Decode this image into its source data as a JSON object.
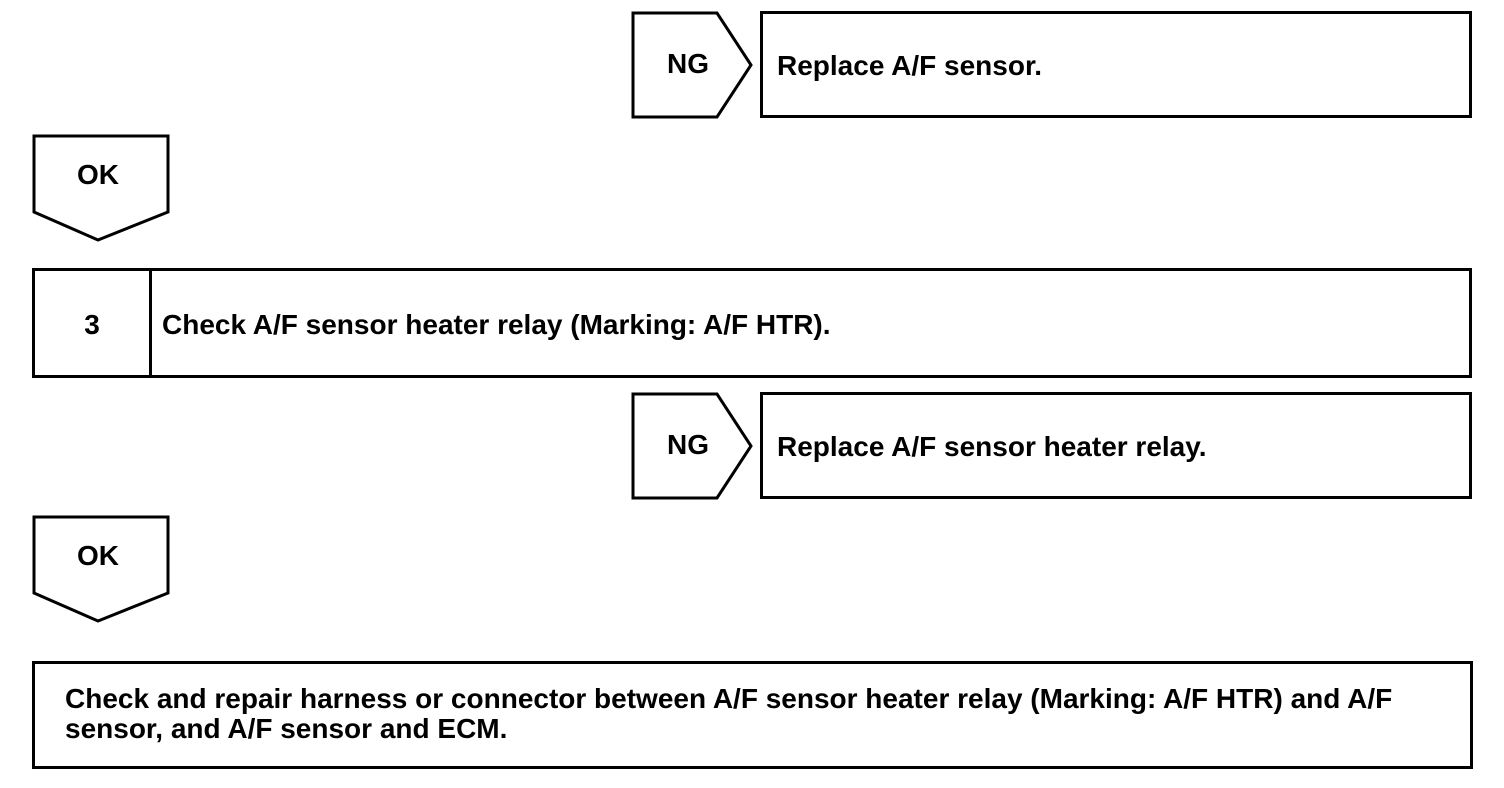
{
  "flow": {
    "ng_result_1": {
      "tag": "NG",
      "action": "Replace A/F sensor."
    },
    "ok_1": {
      "tag": "OK"
    },
    "step_3": {
      "number": "3",
      "text": "Check A/F sensor heater relay (Marking: A/F HTR)."
    },
    "ng_result_2": {
      "tag": "NG",
      "action": "Replace A/F sensor heater relay."
    },
    "ok_2": {
      "tag": "OK"
    },
    "final_step": {
      "text": "Check and repair harness or connector between A/F sensor heater relay (Marking: A/F HTR) and A/F sensor, and A/F sensor and ECM."
    }
  },
  "colors": {
    "line": "#000000",
    "background": "#ffffff"
  }
}
